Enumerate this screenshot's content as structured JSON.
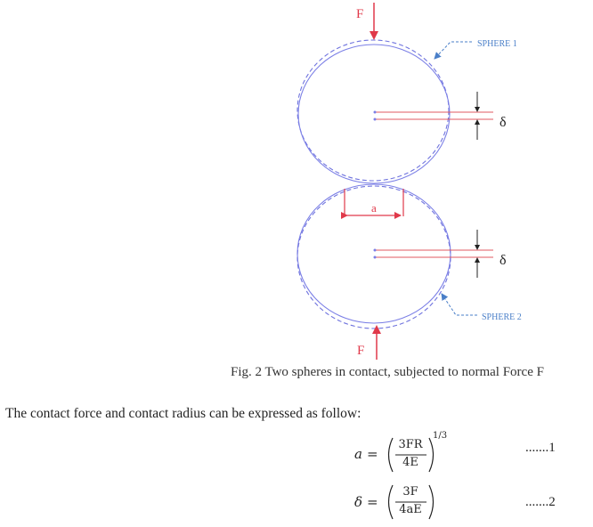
{
  "figure": {
    "force_top": "F",
    "force_bottom": "F",
    "sphere1_label": "SPHERE 1",
    "sphere2_label": "SPHERE 2",
    "contact_label": "a",
    "delta_top": "δ",
    "delta_bottom": "δ",
    "colors": {
      "sphere": "#7b7fe6",
      "sphere_dashed": "#6f73de",
      "force_arrow": "#e0394a",
      "label_blue": "#4a7fc8",
      "red_line": "#e25a62"
    }
  },
  "caption": "Fig. 2 Two spheres in contact, subjected to normal Force F",
  "paragraph": "The contact force and contact radius can be expressed as follow:",
  "equations": [
    {
      "lhs": "a",
      "equals": "=",
      "numerator": "3FR",
      "denominator": "4E",
      "exponent": "1/3",
      "number": ".......1"
    },
    {
      "lhs": "δ",
      "equals": "=",
      "numerator": "3F",
      "denominator": "4aE",
      "exponent": "",
      "number": ".......2"
    }
  ]
}
